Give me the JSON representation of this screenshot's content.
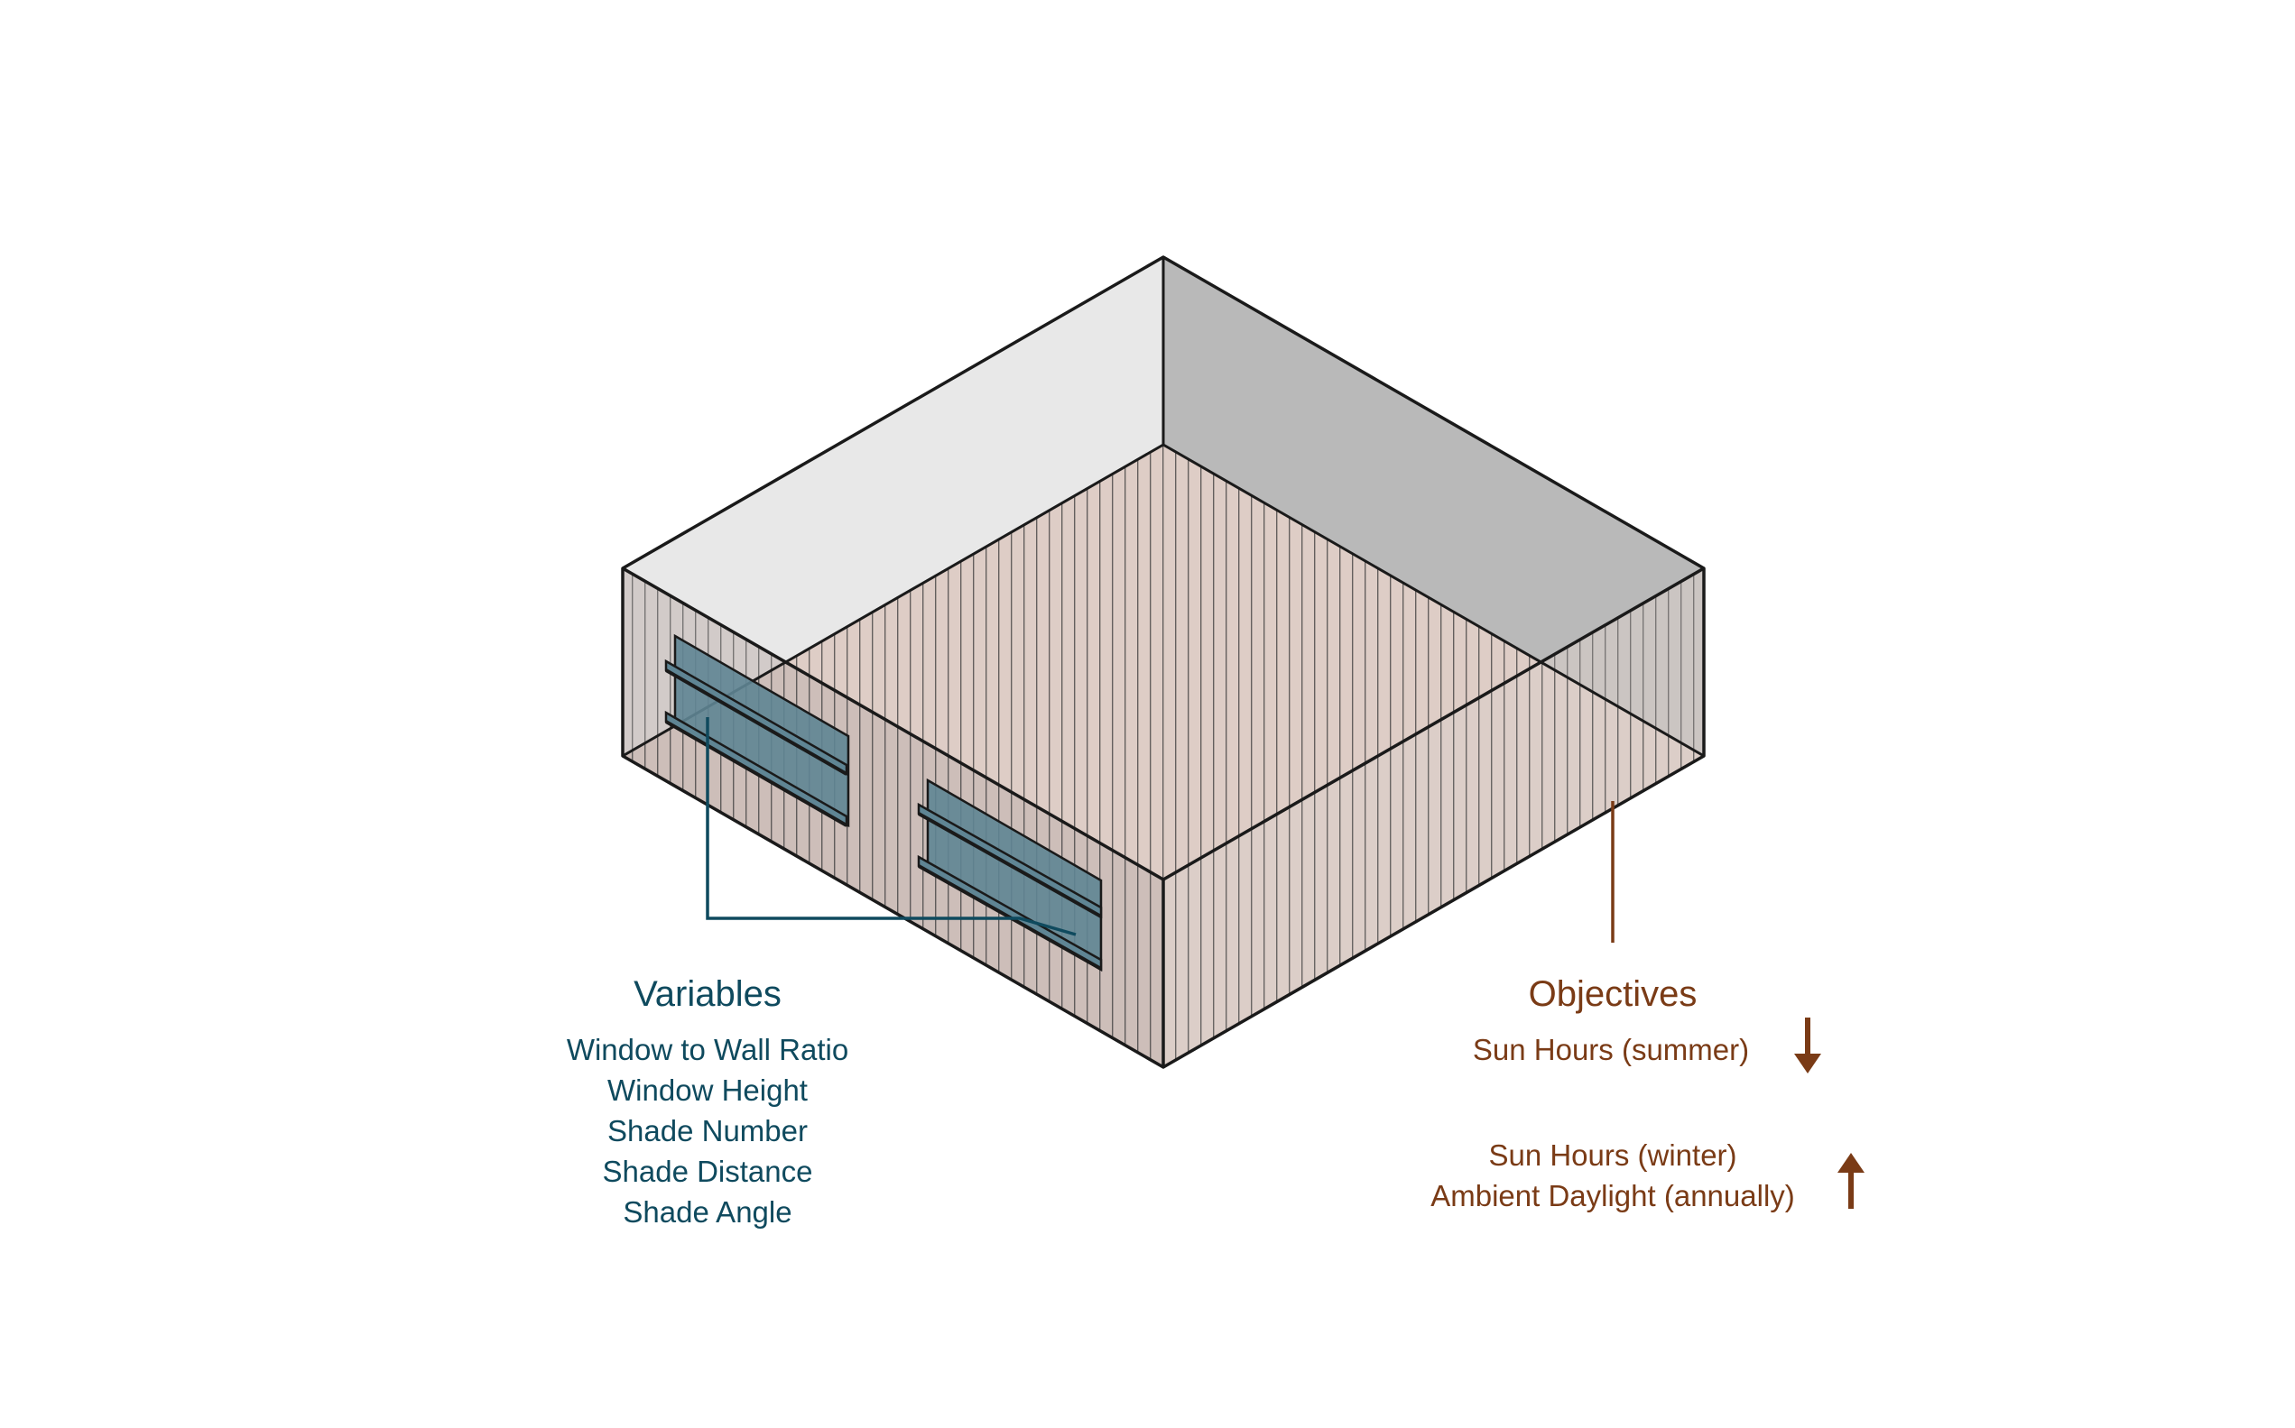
{
  "colors": {
    "variables": "#0f4a5e",
    "objectives": "#7a3b16",
    "outline": "#1a1a1a",
    "roof_left": "#e8e8e8",
    "roof_right": "#b9b9b9",
    "floor": "#decdc6",
    "front_left_wall": "#bfb3ae",
    "front_right_wall": "#dbcfca",
    "glass": "#5f8594",
    "hatch": "#3a3a3a"
  },
  "variables": {
    "heading": "Variables",
    "items": [
      "Window to Wall Ratio",
      "Window Height",
      "Shade Number",
      "Shade Distance",
      "Shade Angle"
    ]
  },
  "objectives": {
    "heading": "Objectives",
    "minimize": [
      "Sun Hours (summer)"
    ],
    "maximize": [
      "Sun Hours (winter)",
      "Ambient Daylight (annually)"
    ],
    "minimize_icon": "arrow-down-icon",
    "maximize_icon": "arrow-up-icon"
  }
}
